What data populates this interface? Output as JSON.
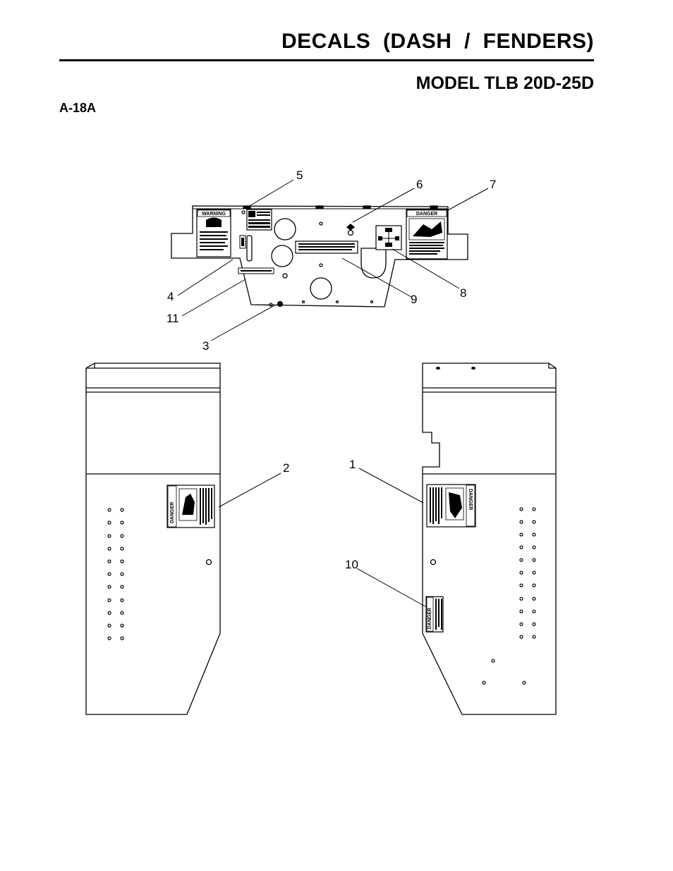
{
  "header": {
    "title": "DECALS  (DASH  /  FENDERS)",
    "model": "MODEL TLB 20D-25D",
    "figure_id": "A-18A"
  },
  "callouts": [
    "1",
    "2",
    "3",
    "4",
    "5",
    "6",
    "7",
    "8",
    "9",
    "10",
    "11"
  ],
  "decals": {
    "warning": "WARNING",
    "danger": "DANGER"
  }
}
